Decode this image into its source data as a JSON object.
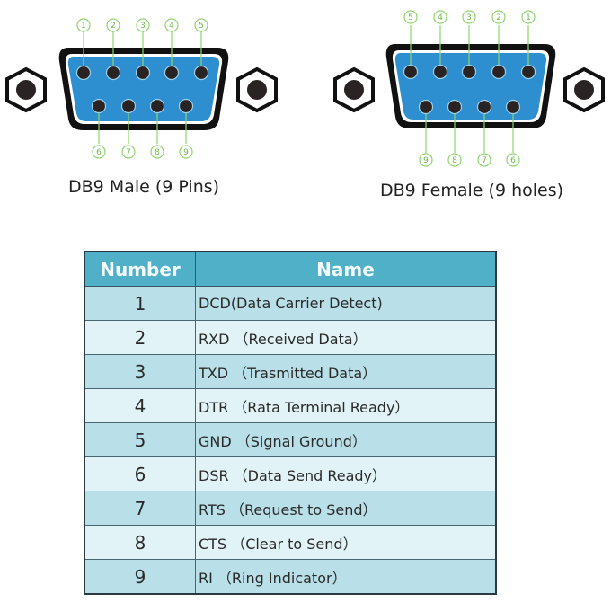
{
  "male": {
    "label": "DB9 Male (9 Pins)",
    "top_pins": [
      "1",
      "2",
      "3",
      "4",
      "5"
    ],
    "bottom_pins": [
      "6",
      "7",
      "8",
      "9"
    ]
  },
  "female": {
    "label": "DB9 Female (9 holes)",
    "top_pins": [
      "5",
      "4",
      "3",
      "2",
      "1"
    ],
    "bottom_pins": [
      "9",
      "8",
      "7",
      "6"
    ]
  },
  "colors": {
    "shell_blue": "#2d8fd0",
    "callout_green": "#8fd46e",
    "header_teal": "#4fb0c8",
    "row_dark": "#b9dfe8",
    "row_light": "#e2f3f7"
  },
  "table": {
    "headers": {
      "number": "Number",
      "name": "Name"
    },
    "rows": [
      {
        "number": "1",
        "name": "DCD(Data Carrier Detect)"
      },
      {
        "number": "2",
        "name": "RXD （Received Data）"
      },
      {
        "number": "3",
        "name": "TXD （Trasmitted Data）"
      },
      {
        "number": "4",
        "name": "DTR （Rata Terminal Ready）"
      },
      {
        "number": "5",
        "name": "GND （Signal Ground）"
      },
      {
        "number": "6",
        "name": "DSR （Data Send Ready）"
      },
      {
        "number": "7",
        "name": "RTS （Request to Send）"
      },
      {
        "number": "8",
        "name": "CTS （Clear to Send）"
      },
      {
        "number": "9",
        "name": "RI （Ring Indicator）"
      }
    ]
  }
}
